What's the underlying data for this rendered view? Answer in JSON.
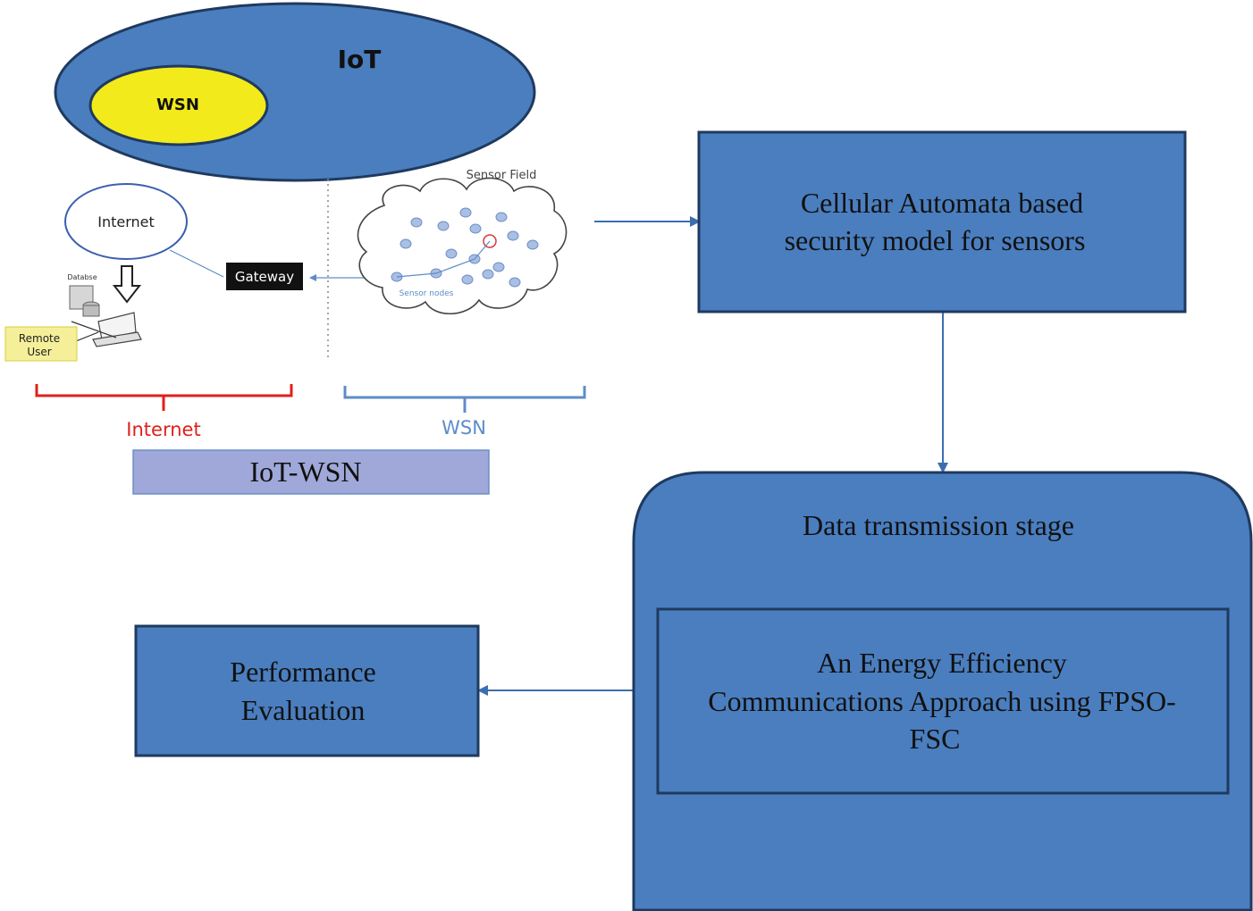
{
  "iot_illustration": {
    "outer_label": "IoT",
    "inner_label": "WSN",
    "internet_label": "Internet",
    "gateway_label": "Gateway",
    "sensor_field_label": "Sensor Field",
    "sensor_nodes_label": "Sensor nodes",
    "database_label": "Databse",
    "remote_user_line1": "Remote",
    "remote_user_line2": "User",
    "brace_left_label": "Internet",
    "brace_right_label": "WSN"
  },
  "caption": "IoT-WSN",
  "security_box": {
    "line1": "Cellular Automata based",
    "line2": "security model for sensors"
  },
  "data_stage": {
    "title": "Data transmission stage",
    "inner_line1": "An Energy Efficiency",
    "inner_line2": "Communications Approach using FPSO-",
    "inner_line3": "FSC"
  },
  "performance_box": {
    "line1": "Performance",
    "line2": "Evaluation"
  },
  "colors": {
    "box_fill": "#4a7ebf",
    "box_border": "#1f3a5f",
    "wsn_yellow": "#f2ea1a",
    "caption_fill": "#9fa8d8",
    "internet_red": "#e0201b",
    "wsn_blue": "#5d8cc9",
    "node_fill": "#a9bfe3",
    "arrow": "#3c6fb0"
  }
}
